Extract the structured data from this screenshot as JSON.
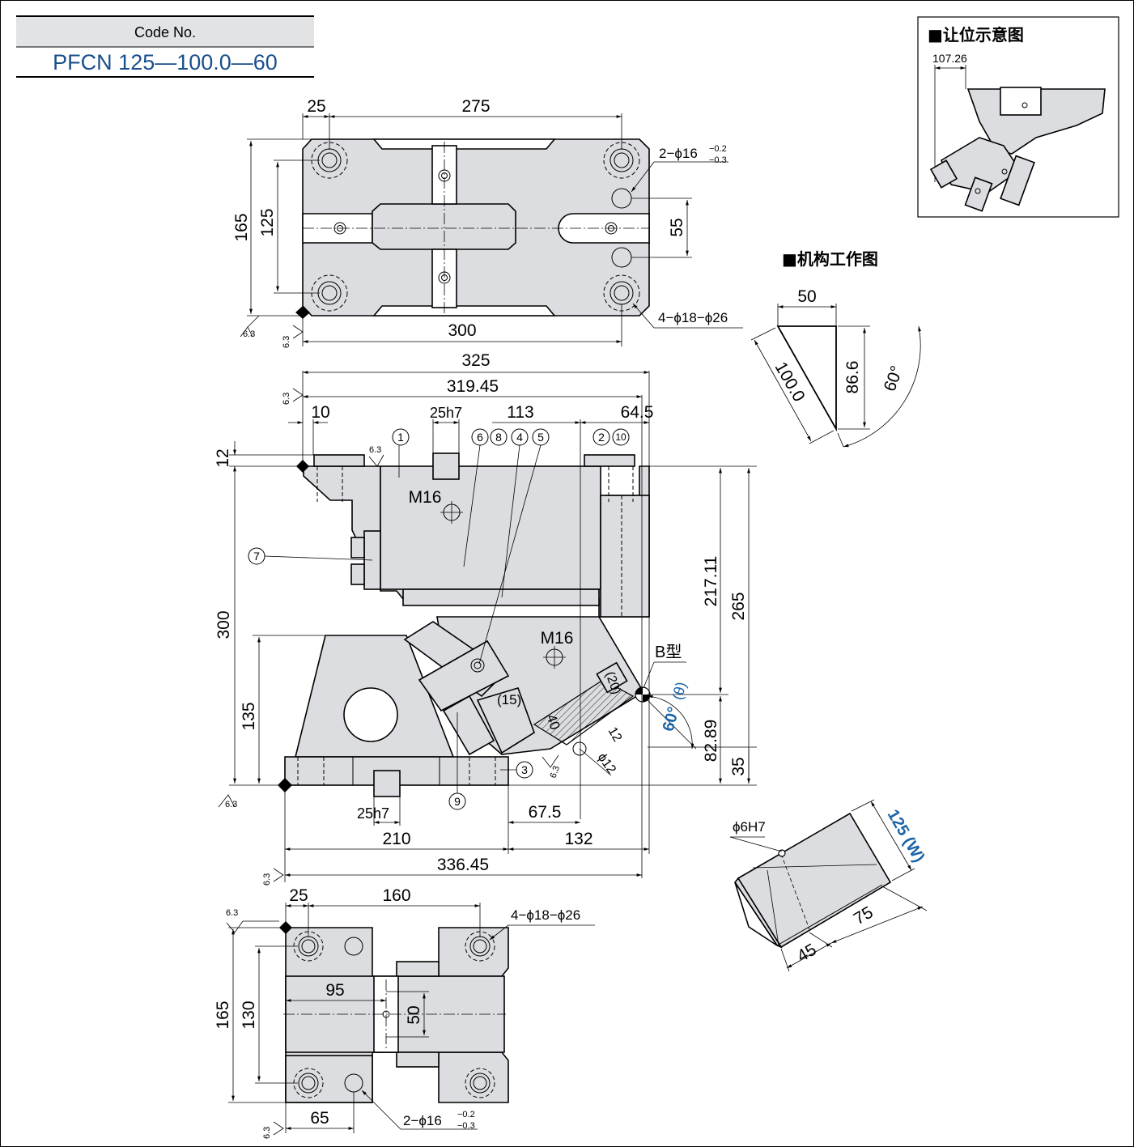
{
  "code_box": {
    "label": "Code No.",
    "code": "PFCN 125—100.0—60"
  },
  "inset_clearance": {
    "title": "■让位示意图",
    "dim": "107.26"
  },
  "inset_mechanism": {
    "title": "■机构工作图",
    "width": "50",
    "stroke": "100.0",
    "height": "86.6",
    "angle": "60°"
  },
  "top_view": {
    "d_25": "25",
    "d_275": "275",
    "d_165": "165",
    "d_125": "125",
    "d_55": "55",
    "d_300": "300",
    "hole_a": "2−ϕ16",
    "hole_a_tol_up": "−0.2",
    "hole_a_tol_dn": "−0.3",
    "hole_b": "4−ϕ18−ϕ26",
    "rough": "6.3"
  },
  "front_view": {
    "d_325": "325",
    "d_31945": "319.45",
    "d_10": "10",
    "d_25h7": "25h7",
    "d_113": "113",
    "d_645": "64.5",
    "d_12": "12",
    "d_300": "300",
    "d_135": "135",
    "d_21711": "217.11",
    "d_265": "265",
    "d_8289": "82.89",
    "d_35": "35",
    "d_15": "(15)",
    "d_40": "40",
    "d_20": "(20)",
    "d_12b": "12",
    "d_phi12": "ϕ12",
    "m16_a": "M16",
    "m16_b": "M16",
    "b_type": "B型",
    "angle_60": "60°",
    "theta": "(θ)",
    "d_25h7_b": "25h7",
    "d_210": "210",
    "d_675": "67.5",
    "d_132": "132",
    "d_33645": "336.45",
    "part_1": "1",
    "part_6": "6",
    "part_8": "8",
    "part_4": "4",
    "part_5": "5",
    "part_2": "2",
    "part_10": "10",
    "part_7": "7",
    "part_3": "3",
    "part_9": "9",
    "rough": "6.3"
  },
  "bottom_view": {
    "d_25": "25",
    "d_160": "160",
    "hole": "4−ϕ18−ϕ26",
    "d_165": "165",
    "d_130": "130",
    "d_95": "95",
    "d_50": "50",
    "d_65": "65",
    "hole_b": "2−ϕ16",
    "hole_b_tol_up": "−0.2",
    "hole_b_tol_dn": "−0.3",
    "rough": "6.3"
  },
  "iso_view": {
    "pin": "ϕ6H7",
    "width": "125 (W)",
    "d_75": "75",
    "d_45": "45"
  },
  "colors": {
    "part_fill": "#dcdde0",
    "accent_blue": "#1a64a8",
    "line": "#000000"
  }
}
